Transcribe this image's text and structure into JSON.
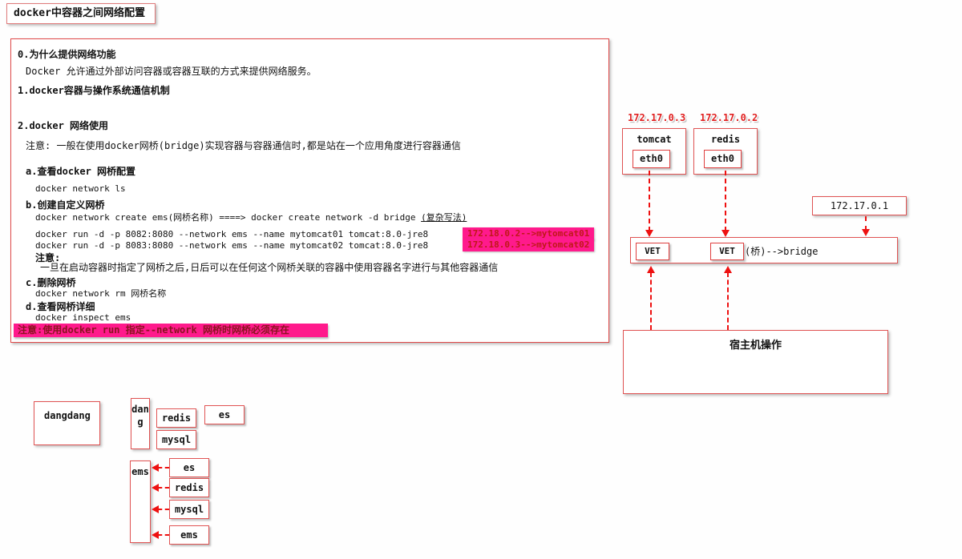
{
  "title": "docker中容器之间网络配置",
  "notes": {
    "s0_title": "0.为什么提供网络功能",
    "s0_body": "Docker 允许通过外部访问容器或容器互联的方式来提供网络服务。",
    "s1_title": "1.docker容器与操作系统通信机制",
    "s2_title": "2.docker 网络使用",
    "s2_note": "注意: 一般在使用docker网桥(bridge)实现容器与容器通信时,都是站在一个应用角度进行容器通信",
    "a_title": "a.查看docker 网桥配置",
    "a_cmd": "docker network ls",
    "b_title": "b.创建自定义网桥",
    "b_cmd": "docker network create ems(网桥名称)   ====> docker create network -d bridge ",
    "b_cmd_suffix": "(复杂写法)",
    "run1_cmd": "docker run -d -p 8082:8080 --network ems  --name mytomcat01 tomcat:8.0-jre8",
    "run1_hl": "172.18.0.2-->mytomcat01",
    "run2_cmd": "docker run -d -p 8083:8080 --network ems  --name mytomcat02 tomcat:8.0-jre8",
    "run2_hl": "172.18.0.3-->mytomcat02",
    "note2_title": "注意:",
    "note2_body": "一旦在启动容器时指定了网桥之后,日后可以在任何这个网桥关联的容器中使用容器名字进行与其他容器通信",
    "c_title": "c.删除网桥",
    "c_cmd": "docker network rm 网桥名称",
    "d_title": "d.查看网桥详细",
    "d_cmd": "docker inspect ems",
    "warning": "注意:使用docker run 指定--network 网桥时网桥必须存在"
  },
  "bridge_diagram": {
    "ip_tomcat": "172.17.0.3",
    "ip_redis": "172.17.0.2",
    "tomcat_label": "tomcat",
    "redis_label": "redis",
    "eth0_tomcat": "eth0",
    "eth0_redis": "eth0",
    "vet1": "VET",
    "vet2": "VET",
    "bridge_text": "(桥)-->bridge",
    "ip_gateway": "172.17.0.1",
    "host_label": "宿主机操作"
  },
  "network_groups": {
    "dangdang": "dangdang",
    "dang_vertical": "dang",
    "dang_members": [
      "redis",
      "mysql",
      "es"
    ],
    "ems_vertical": "ems",
    "ems_members": [
      "es",
      "redis",
      "mysql",
      "ems"
    ]
  },
  "colors": {
    "box_border_red": "#e05353",
    "arrow_red": "#ee1111",
    "highlight_pink": "#ff1a8c",
    "highlight_text_red": "#c01818"
  }
}
